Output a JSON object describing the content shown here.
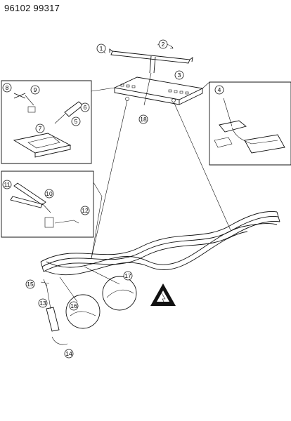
{
  "header": {
    "model_numbers": "96102 99317"
  },
  "callouts": [
    "1",
    "2",
    "3",
    "4",
    "5",
    "6",
    "7",
    "8",
    "9",
    "10",
    "11",
    "12",
    "13",
    "14",
    "15",
    "16",
    "17",
    "18"
  ],
  "icons": {
    "esd_warning": "esd-warning-icon",
    "screwdriver": "screwdriver-icon",
    "pliers": "pliers-icon",
    "wire_stripper": "wire-stripper-icon"
  }
}
